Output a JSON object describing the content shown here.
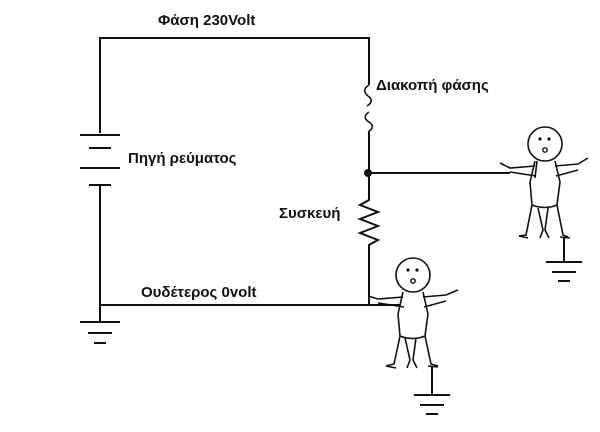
{
  "labels": {
    "phase": "Φάση 230Volt",
    "phase_break": "Διακοπή φάσης",
    "source": "Πηγή ρεύματος",
    "device": "Συσκευή",
    "neutral": "Ουδέτερος 0volt"
  },
  "icons": {
    "person_right": "person-icon",
    "person_bottom": "person-icon",
    "ground": "ground-icon",
    "battery": "battery-icon",
    "resistor": "resistor-icon",
    "switch": "switch-icon"
  },
  "colors": {
    "ink": "#111111",
    "background": "#ffffff"
  }
}
